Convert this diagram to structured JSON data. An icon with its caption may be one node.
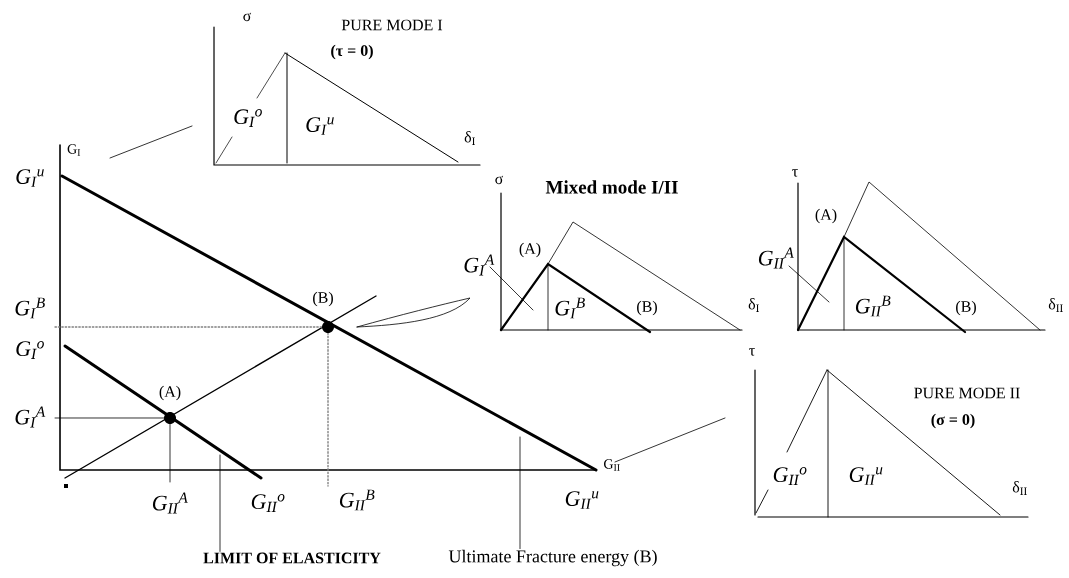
{
  "diagram": {
    "nodes": [
      {
        "text": [
          "LIMIT OF ELASTICITY"
        ]
      },
      {
        "text": [
          "Ultimate Fracture energy (B)"
        ]
      }
    ],
    "edges": [
      {
        "from": 0,
        "to": null,
        "arrow": "none"
      },
      {
        "from": 1,
        "to": null,
        "arrow": "none"
      }
    ],
    "labels": [
      "σ",
      "PURE MODE I",
      "(τ = 0)",
      "G$_{I}$$^{o}$",
      "G$_{I}$$^{u}$",
      "δ$_{I}$",
      "G$_{I}$",
      "G$_{I}$$^{u}$",
      "Mixed mode I/II",
      "σ",
      "(A)",
      "G$_{I}$$^{A}$",
      "G$_{I}$$^{B}$",
      "(B)",
      "δ$_{I}$",
      "τ",
      "(A)",
      "G$_{II}$$^{A}$",
      "G$_{II}$$^{B}$",
      "(B)",
      "δ$_{II}$",
      "G$_{I}$$^{B}$",
      "(B)",
      "G$_{I}$$^{o}$",
      "(A)",
      "G$_{I}$$^{A}$",
      "G$_{II}$",
      "G$_{II}$$^{A}$",
      "G$_{II}$$^{o}$",
      "G$_{II}$$^{B}$",
      "G$_{II}$$^{u}$",
      "τ",
      "PURE MODE II",
      "(σ = 0)",
      "G$_{II}$$^{o}$",
      "G$_{II}$$^{u}$",
      "δ$_{II}$"
    ]
  }
}
